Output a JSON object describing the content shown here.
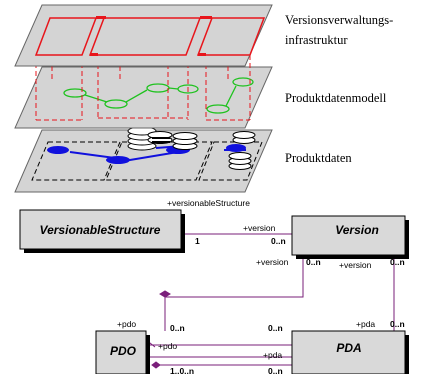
{
  "layers": {
    "top_label": "Versionsverwaltungs-",
    "top_label_line2": "infrastruktur",
    "middle_label": "Produktdatenmodell",
    "bottom_label": "Produktdaten"
  },
  "uml": {
    "versionable_structure": "VersionableStructure",
    "version": "Version",
    "pdo": "PDO",
    "pda": "PDA",
    "role_versionable_structure": "+versionableStructure",
    "role_version_1": "+version",
    "mult_version_1": "0..n",
    "mult_one": "1",
    "role_version_2": "+version",
    "mult_version_2": "0..n",
    "role_version_3": "+version",
    "mult_version_3": "0..n",
    "role_pdo_1": "+pdo",
    "mult_pdo_1": "0..n",
    "mult_pda_left": "0..n",
    "role_pdo_2": "+pdo",
    "role_pda_1": "+pda",
    "role_pda_2": "+pda",
    "mult_pda_right": "0..n",
    "mult_bottom_left": "1..0..n",
    "mult_bottom_right": "0..n"
  },
  "colors": {
    "layer_fill": "#d4d4d4",
    "frame_red": "#e8151b",
    "model_green": "#1fc21f",
    "data_blue": "#1111dd",
    "uml_box": "#d9d9d9",
    "uml_line": "#7a1f7a"
  }
}
